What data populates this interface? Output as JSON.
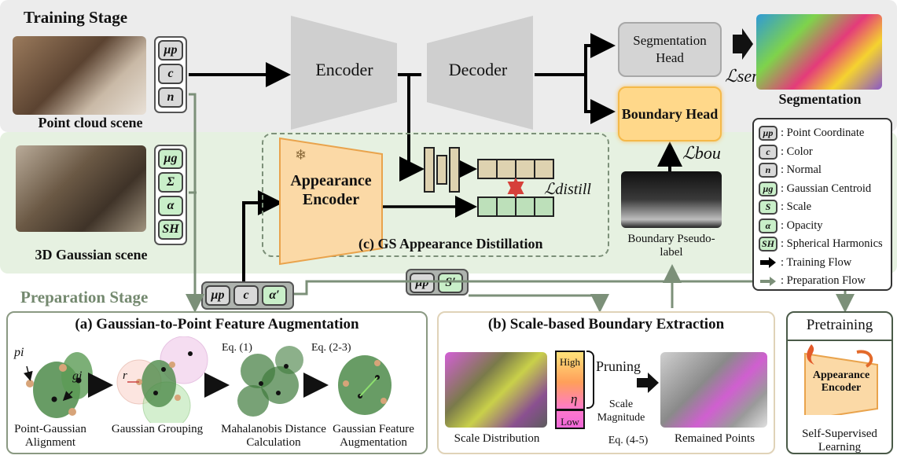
{
  "stages": {
    "training": "Training Stage",
    "preparation": "Preparation Stage"
  },
  "inputs": {
    "point_cloud_caption": "Point cloud scene",
    "gaussian_caption": "3D Gaussian scene",
    "point_tokens": [
      "μp",
      "c",
      "n"
    ],
    "gaussian_tokens": [
      "μg",
      "Σ",
      "α",
      "SH"
    ],
    "prep_tokens": [
      "μp",
      "c",
      "α′"
    ],
    "scale_tokens": [
      "μp",
      "S′"
    ]
  },
  "network": {
    "encoder": "Encoder",
    "decoder": "Decoder",
    "seg_head": "Segmentation Head",
    "boundary_head": "Boundary Head",
    "appearance_encoder": "Appearance Encoder",
    "segmentation_caption": "Segmentation",
    "loss_sem": "ℒsem",
    "loss_bou": "ℒbou",
    "loss_distill": "ℒdistill",
    "distill_caption": "(c) GS Appearance Distillation",
    "pseudo_label": "Boundary Pseudo-label"
  },
  "legend": [
    {
      "token": "μp",
      "label": ": Point Coordinate",
      "color": "#d9d9d9"
    },
    {
      "token": "c",
      "label": ": Color",
      "color": "#d9d9d9"
    },
    {
      "token": "n",
      "label": ": Normal",
      "color": "#d9d9d9"
    },
    {
      "token": "μg",
      "label": ": Gaussian Centroid",
      "color": "#c9efc9"
    },
    {
      "token": "S",
      "label": ": Scale",
      "color": "#c9efc9"
    },
    {
      "token": "α",
      "label": ": Opacity",
      "color": "#c9efc9"
    },
    {
      "token": "SH",
      "label": ": Spherical Harmonics",
      "color": "#c9efc9"
    },
    {
      "token": "arrow-black",
      "label": ": Training Flow",
      "color": "#000000"
    },
    {
      "token": "arrow-gray",
      "label": ": Preparation Flow",
      "color": "#7c9079"
    }
  ],
  "panel_a": {
    "title": "(a) Gaussian-to-Point Feature Augmentation",
    "p_label": "pi",
    "g_label": "gi",
    "r_label": "r",
    "eq1": "Eq. (1)",
    "eq23": "Eq. (2-3)",
    "steps": [
      "Point-Gaussian Alignment",
      "Gaussian Grouping",
      "Mahalanobis Distance Calculation",
      "Gaussian Feature Augmentation"
    ]
  },
  "panel_b": {
    "title": "(b) Scale-based Boundary Extraction",
    "scale_dist": "Scale Distribution",
    "high": "High",
    "low": "Low",
    "eta": "η",
    "pruning": "Pruning",
    "scale_mag": "Scale Magnitude",
    "eq45": "Eq. (4-5)",
    "remained": "Remained Points"
  },
  "panel_pre": {
    "title": "Pretraining",
    "encoder": "Appearance Encoder",
    "caption": "Self-Supervised Learning"
  },
  "colors": {
    "top_region": "#ececec",
    "mid_region": "#e6f1e1",
    "boundary_head": "#ffd88a",
    "appearance": "#fbd9a6",
    "prep_arrow": "#7c9079"
  }
}
